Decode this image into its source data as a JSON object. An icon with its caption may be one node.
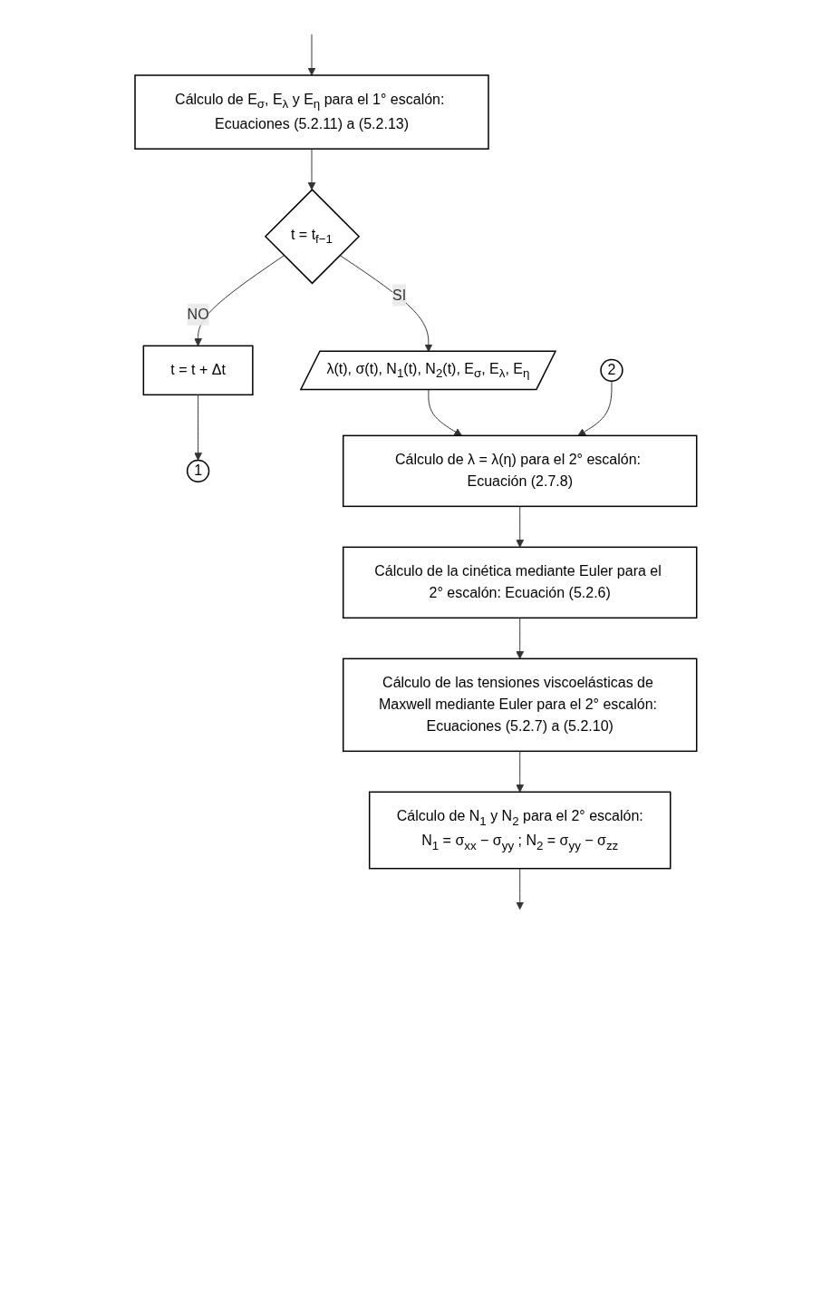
{
  "diagram": {
    "nodes": [
      {
        "text": [
          "Cálculo de E$_{σ}$, E$_{λ}$ y E$_{η}$ para el 1° escalón: Ecuaciones (5.2.11) a (5.2.13)"
        ]
      },
      {
        "text": [
          "t = t$_{f−1}$"
        ]
      },
      {
        "text": [
          "t = t + Δt"
        ]
      },
      {
        "text": [
          "1"
        ]
      },
      {
        "text": [
          "λ(t), σ(t), N$_{1}$(t), N$_{2}$(t), E$_{σ}$, E$_{λ}$, E$_{η}$"
        ]
      },
      {
        "text": [
          "2"
        ]
      },
      {
        "text": [
          "Cálculo de λ = λ(η) para el 2° escalón: Ecuación (2.7.8)"
        ]
      },
      {
        "text": [
          "Cálculo de la cinética mediante Euler para el 2° escalón: Ecuación (5.2.6)"
        ]
      },
      {
        "text": [
          "Cálculo de las tensiones viscoelásticas de Maxwell mediante Euler para el 2° escalón: Ecuaciones (5.2.7) a (5.2.10)"
        ]
      },
      {
        "text": [
          "Cálculo de N$_{1}$ y N$_{2}$ para el 2° escalón:",
          "N$_{1}$ = σ$_{xx}$ − σ$_{yy}$ ; N$_{2}$ = σ$_{yy}$ − σ$_{zz}$"
        ]
      }
    ],
    "edges": [
      {
        "from": null,
        "to": 0,
        "arrow": "to"
      },
      {
        "from": 0,
        "to": 1,
        "arrow": "to"
      },
      {
        "from": 1,
        "to": 2,
        "arrow": "to",
        "label": "NO"
      },
      {
        "from": 2,
        "to": 3,
        "arrow": "to"
      },
      {
        "from": 1,
        "to": 4,
        "arrow": "to",
        "label": "SI"
      },
      {
        "from": 4,
        "to": 6,
        "arrow": "to"
      },
      {
        "from": 5,
        "to": 6,
        "arrow": "to"
      },
      {
        "from": 6,
        "to": 7,
        "arrow": "to"
      },
      {
        "from": 7,
        "to": 8,
        "arrow": "to"
      },
      {
        "from": 8,
        "to": 9,
        "arrow": "to"
      },
      {
        "from": 9,
        "to": null,
        "arrow": "to"
      }
    ]
  }
}
